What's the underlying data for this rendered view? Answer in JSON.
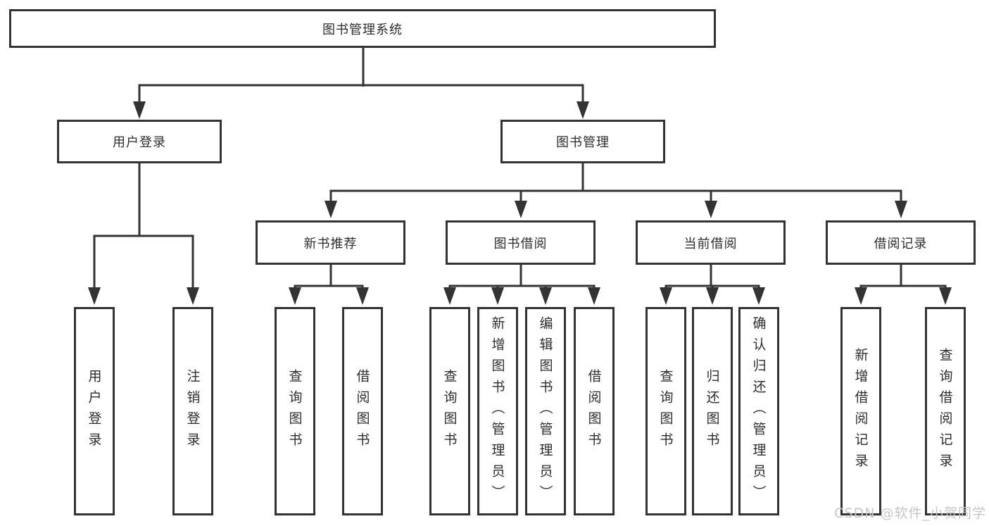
{
  "colors": {
    "line": "#333333",
    "text": "#2d2d2d",
    "watermark": "#c6c6c6",
    "background": "#ffffff"
  },
  "tree": {
    "root": {
      "label": "图书管理系统"
    },
    "branches": [
      {
        "label": "用户登录",
        "children": [
          {
            "label": "用户登录"
          },
          {
            "label": "注销登录"
          }
        ]
      },
      {
        "label": "图书管理",
        "children": [
          {
            "label": "新书推荐",
            "children": [
              {
                "label": "查询图书"
              },
              {
                "label": "借阅图书"
              }
            ]
          },
          {
            "label": "图书借阅",
            "children": [
              {
                "label": "查询图书"
              },
              {
                "label": "新增图书（管理员）"
              },
              {
                "label": "编辑图书（管理员）"
              },
              {
                "label": "借阅图书"
              }
            ]
          },
          {
            "label": "当前借阅",
            "children": [
              {
                "label": "查询图书"
              },
              {
                "label": "归还图书"
              },
              {
                "label": "确认归还（管理员）"
              }
            ]
          },
          {
            "label": "借阅记录",
            "children": [
              {
                "label": "新增借阅记录"
              },
              {
                "label": "查询借阅记录"
              }
            ]
          }
        ]
      }
    ]
  },
  "watermark": {
    "text": "CSDN @软件_小贺同学"
  }
}
